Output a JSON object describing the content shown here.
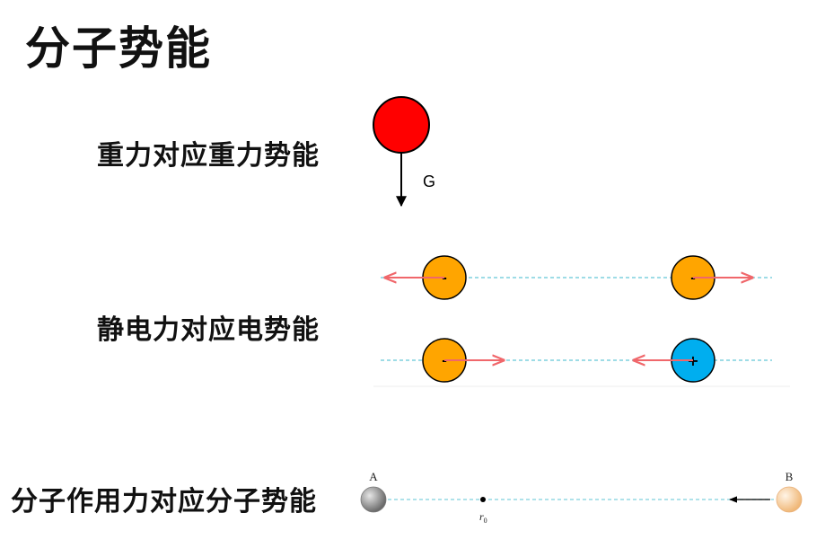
{
  "title": "分子势能",
  "rows": {
    "gravity": {
      "label": "重力对应重力势能",
      "force_label": "G"
    },
    "electric": {
      "label": "静电力对应电势能",
      "top_left_sign": "-",
      "top_right_sign": "-",
      "bottom_left_sign": "-",
      "bottom_right_sign": "+"
    },
    "molecular": {
      "label": "分子作用力对应分子势能",
      "molecule_a": "A",
      "molecule_b": "B",
      "r0_symbol": "r",
      "r0_subscript": "0"
    }
  },
  "colors": {
    "gravity_ball": "#ff0000",
    "negative_charge": "#ffa500",
    "positive_charge": "#00aeef",
    "force_arrow": "#f0676b",
    "field_line": "#7fd1dd",
    "molecule_a": "#8a8a8a",
    "molecule_b": "#f3c28c"
  }
}
